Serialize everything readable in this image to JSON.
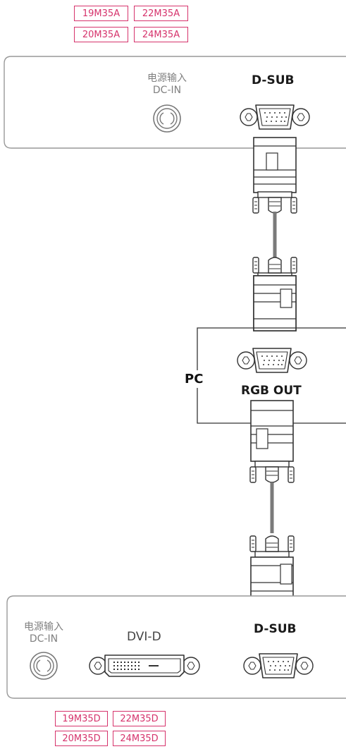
{
  "top_monitor": {
    "model_tags": [
      "19M35A",
      "22M35A",
      "20M35A",
      "24M35A"
    ],
    "power_label_cn": "电源输入",
    "power_label_en": "DC-IN",
    "port_label": "D-SUB"
  },
  "pc": {
    "label": "PC",
    "port_label": "RGB OUT"
  },
  "bottom_monitor": {
    "model_tags": [
      "19M35D",
      "22M35D",
      "20M35D",
      "24M35D"
    ],
    "power_label_cn": "电源输入",
    "power_label_en": "DC-IN",
    "dvi_label": "DVI-D",
    "port_label": "D-SUB"
  },
  "colors": {
    "tag_accent": "#d6336c",
    "line": "#333333",
    "panel_border": "#999999",
    "cable": "#7a7a7a"
  },
  "icons": [
    "power-jack-icon",
    "vga-port-icon",
    "dvi-port-icon",
    "vga-connector-icon"
  ]
}
